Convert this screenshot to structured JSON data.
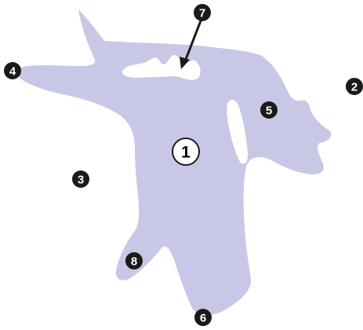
{
  "map": {
    "colors": {
      "landmass": "#c8c8e6",
      "water": "#ffffff",
      "marker_fill": "#1a1a1a",
      "marker_text": "#ffffff",
      "outlined_marker_fill": "#ffffff",
      "outlined_marker_text": "#000000",
      "pointer": "#1a1a1a"
    },
    "markers": [
      {
        "id": "m1",
        "label": "1",
        "style": "outlined"
      },
      {
        "id": "m2",
        "label": "2",
        "style": "filled"
      },
      {
        "id": "m3",
        "label": "3",
        "style": "filled"
      },
      {
        "id": "m4",
        "label": "4",
        "style": "filled"
      },
      {
        "id": "m5",
        "label": "5",
        "style": "filled"
      },
      {
        "id": "m6",
        "label": "6",
        "style": "filled"
      },
      {
        "id": "m7",
        "label": "7",
        "style": "filled"
      },
      {
        "id": "m8",
        "label": "8",
        "style": "filled"
      }
    ]
  }
}
